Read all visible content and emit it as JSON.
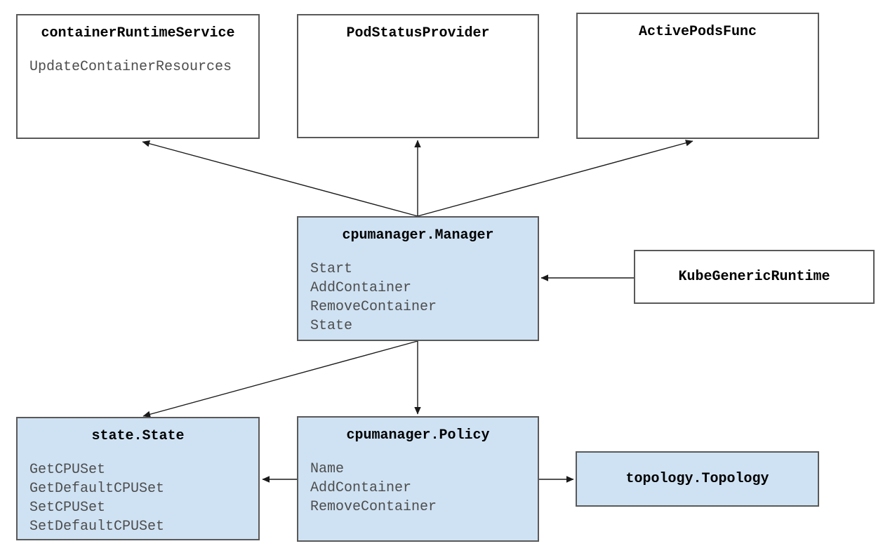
{
  "diagram": {
    "colors": {
      "background": "#ffffff",
      "node_fill_white": "#ffffff",
      "node_fill_blue": "#cfe2f3",
      "node_border": "#595959",
      "title_text": "#000000",
      "method_text": "#4d4d4d",
      "arrow": "#1a1a1a"
    },
    "nodes": {
      "container_runtime_service": {
        "title": "containerRuntimeService",
        "methods": [
          "UpdateContainerResources"
        ],
        "fill": "#ffffff"
      },
      "pod_status_provider": {
        "title": "PodStatusProvider",
        "methods": [],
        "fill": "#ffffff"
      },
      "active_pods_func": {
        "title": "ActivePodsFunc",
        "methods": [],
        "fill": "#ffffff"
      },
      "cpumanager_manager": {
        "title": "cpumanager.Manager",
        "methods": [
          "Start",
          "AddContainer",
          "RemoveContainer",
          "State"
        ],
        "fill": "#cfe2f3"
      },
      "kube_generic_runtime": {
        "title": "KubeGenericRuntime",
        "methods": [],
        "fill": "#ffffff"
      },
      "state_state": {
        "title": "state.State",
        "methods": [
          "GetCPUSet",
          "GetDefaultCPUSet",
          "SetCPUSet",
          "SetDefaultCPUSet"
        ],
        "fill": "#cfe2f3"
      },
      "cpumanager_policy": {
        "title": "cpumanager.Policy",
        "methods": [
          "Name",
          "AddContainer",
          "RemoveContainer"
        ],
        "fill": "#cfe2f3"
      },
      "topology_topology": {
        "title": "topology.Topology",
        "methods": [],
        "fill": "#cfe2f3"
      }
    },
    "edges": [
      {
        "from": "cpumanager.Manager",
        "to": "containerRuntimeService"
      },
      {
        "from": "cpumanager.Manager",
        "to": "PodStatusProvider"
      },
      {
        "from": "cpumanager.Manager",
        "to": "ActivePodsFunc"
      },
      {
        "from": "KubeGenericRuntime",
        "to": "cpumanager.Manager"
      },
      {
        "from": "cpumanager.Manager",
        "to": "state.State"
      },
      {
        "from": "cpumanager.Manager",
        "to": "cpumanager.Policy"
      },
      {
        "from": "cpumanager.Policy",
        "to": "state.State"
      },
      {
        "from": "cpumanager.Policy",
        "to": "topology.Topology"
      }
    ]
  }
}
